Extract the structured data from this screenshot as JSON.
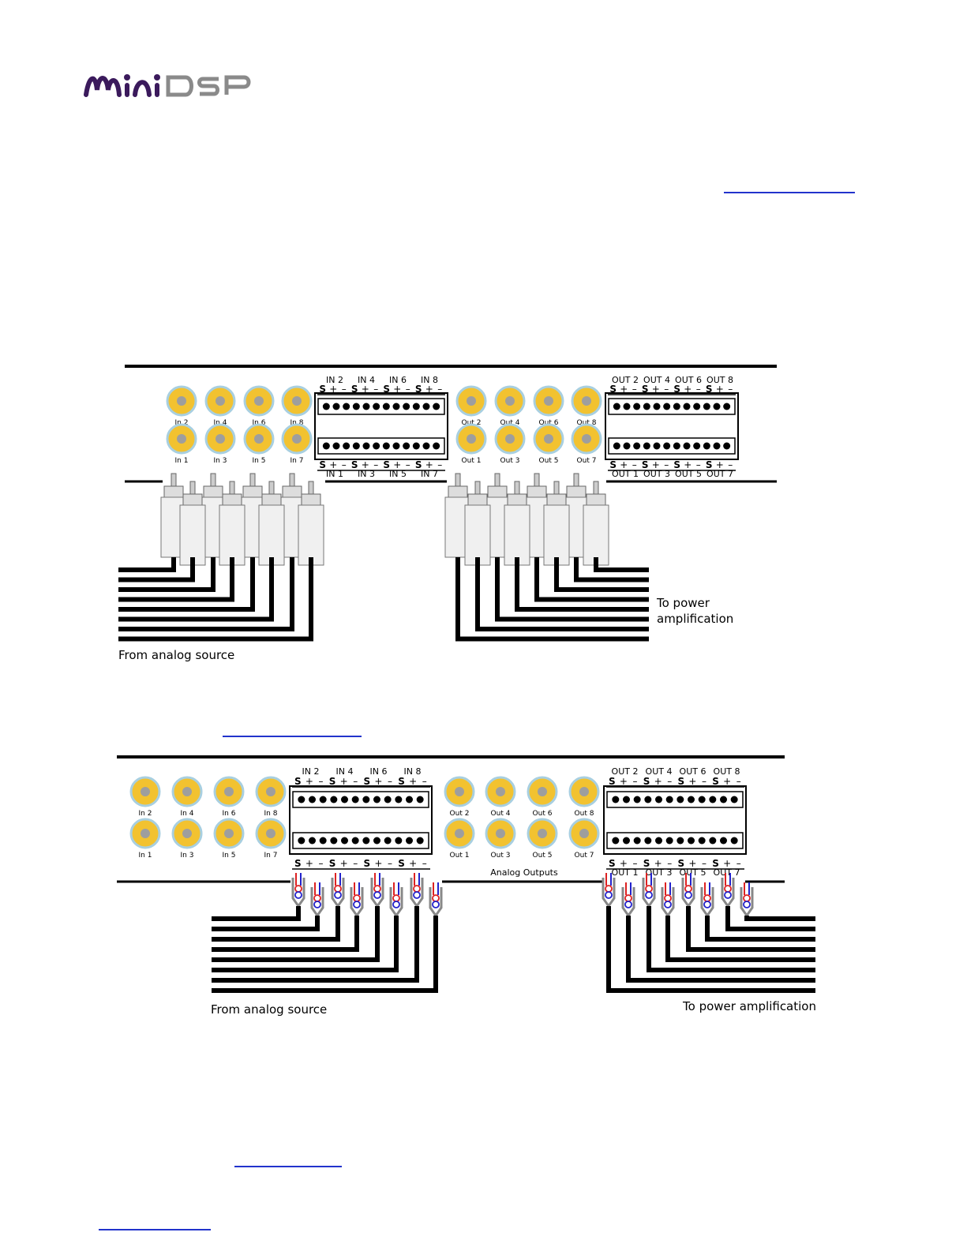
{
  "logo": {
    "text": "miniDSP"
  },
  "colors": {
    "jack_gold": "#f2c230",
    "jack_ring": "#a8cfe0",
    "jack_core": "#9e9e9e",
    "link": "#2233cc",
    "brand_purple": "#3b1a5c",
    "brand_gray": "#8a8a8a"
  },
  "figure1": {
    "rca_in_top": [
      "In 2",
      "In 4",
      "In 6",
      "In 8"
    ],
    "rca_in_bottom": [
      "In 1",
      "In 3",
      "In 5",
      "In 7"
    ],
    "rca_out_top": [
      "Out 2",
      "Out 4",
      "Out 6",
      "Out 8"
    ],
    "rca_out_bottom": [
      "Out 1",
      "Out 3",
      "Out 5",
      "Out 7"
    ],
    "tb_in_top": [
      "IN 2",
      "IN 4",
      "IN 6",
      "IN 8"
    ],
    "tb_in_bottom": [
      "IN 1",
      "IN 3",
      "IN 5",
      "IN 7"
    ],
    "tb_out_top": [
      "OUT 2",
      "OUT 4",
      "OUT 6",
      "OUT 8"
    ],
    "tb_out_bottom": [
      "OUT 1",
      "OUT 3",
      "OUT 5",
      "OUT 7"
    ],
    "pin_labels": [
      "S",
      "+",
      "–"
    ],
    "source_label": "From analog source",
    "dest_label_line1": "To power",
    "dest_label_line2": "amplification"
  },
  "figure2": {
    "rca_in_top": [
      "In 2",
      "In 4",
      "In 6",
      "In 8"
    ],
    "rca_in_bottom": [
      "In 1",
      "In 3",
      "In 5",
      "In 7"
    ],
    "rca_out_top": [
      "Out 2",
      "Out 4",
      "Out 6",
      "Out 8"
    ],
    "rca_out_bottom": [
      "Out 1",
      "Out 3",
      "Out 5",
      "Out 7"
    ],
    "tb_in_top": [
      "IN 2",
      "IN 4",
      "IN 6",
      "IN 8"
    ],
    "tb_out_top": [
      "OUT 2",
      "OUT 4",
      "OUT 6",
      "OUT 8"
    ],
    "tb_out_bottom": [
      "OUT 1",
      "OUT 3",
      "OUT 5",
      "OUT 7"
    ],
    "pin_labels": [
      "S",
      "+",
      "–"
    ],
    "section_label": "Analog Outputs",
    "source_label": "From analog source",
    "dest_label": "To power amplification"
  }
}
